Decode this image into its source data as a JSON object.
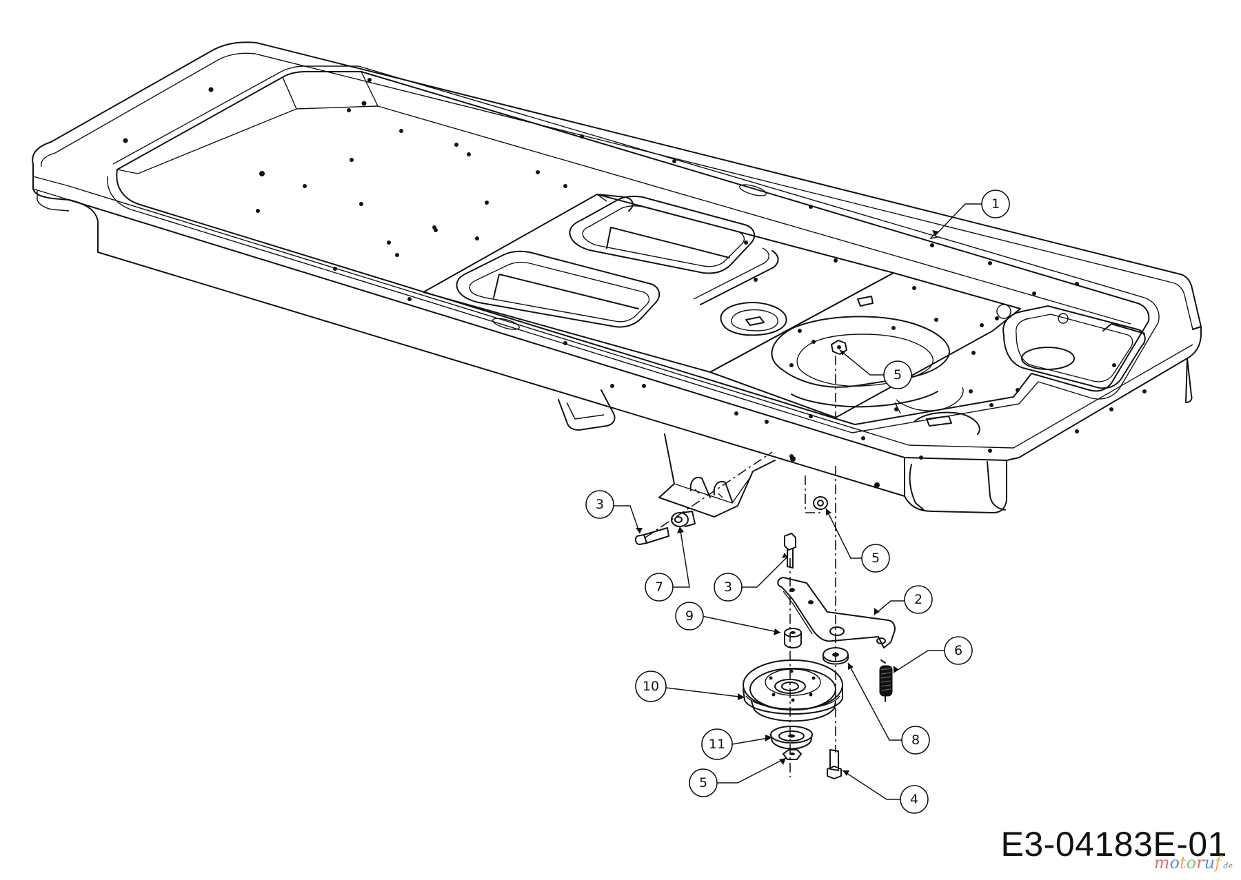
{
  "diagram": {
    "code": "E3-04183E-01",
    "watermark": "motoruf.de",
    "watermark_parts": [
      "m",
      "o",
      "t",
      "o",
      "r",
      "u",
      "f",
      ".de"
    ],
    "callouts": [
      {
        "id": "callout-1",
        "label": "1"
      },
      {
        "id": "callout-5-frame",
        "label": "5"
      },
      {
        "id": "callout-3-left",
        "label": "3"
      },
      {
        "id": "callout-5-right",
        "label": "5"
      },
      {
        "id": "callout-7",
        "label": "7"
      },
      {
        "id": "callout-3-mid",
        "label": "3"
      },
      {
        "id": "callout-2",
        "label": "2"
      },
      {
        "id": "callout-9",
        "label": "9"
      },
      {
        "id": "callout-6",
        "label": "6"
      },
      {
        "id": "callout-10",
        "label": "10"
      },
      {
        "id": "callout-8",
        "label": "8"
      },
      {
        "id": "callout-11",
        "label": "11"
      },
      {
        "id": "callout-5-bottom",
        "label": "5"
      },
      {
        "id": "callout-4",
        "label": "4"
      }
    ]
  }
}
